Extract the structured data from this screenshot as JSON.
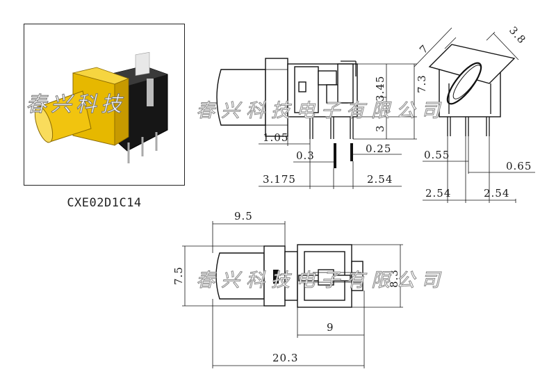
{
  "product": {
    "part_number": "CXE02D1C14"
  },
  "watermark": {
    "text": "春兴科技电子有限公司",
    "text_photo": "春兴科技"
  },
  "side_view": {
    "dim_height_total": "7.3",
    "dim_upper": "3.45",
    "dim_lower": "3",
    "dim_offset": "1.05",
    "dim_pin_small": "0.3",
    "dim_pin_width": "0.25",
    "dim_pitch_a": "3.175",
    "dim_pitch_b": "2.54"
  },
  "end_view": {
    "dim_diag_a": "7",
    "dim_diag_b": "3.8",
    "dim_pin_a": "0.55",
    "dim_pin_b": "0.65",
    "dim_pitch_a": "2.54",
    "dim_pitch_b": "2.54"
  },
  "top_view": {
    "dim_lens": "9.5",
    "dim_width": "7.5",
    "dim_height": "8.3",
    "dim_body": "9",
    "dim_total": "20.3"
  }
}
